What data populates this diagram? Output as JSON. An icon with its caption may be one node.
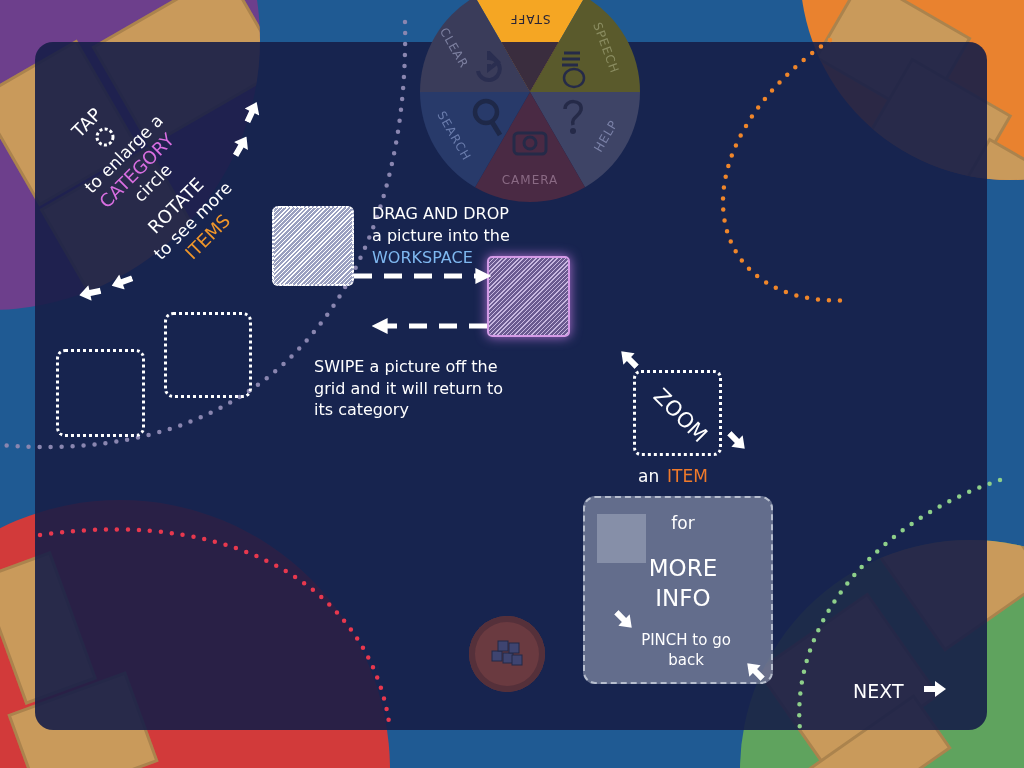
{
  "diagram": {
    "nodes": [
      {
        "text": [
          "STAFF"
        ]
      },
      {
        "text": [
          "SPEECH"
        ]
      },
      {
        "text": [
          "HELP"
        ]
      },
      {
        "text": [
          "CAMERA"
        ]
      },
      {
        "text": [
          "SEARCH"
        ]
      },
      {
        "text": [
          "CLEAR"
        ]
      },
      {
        "text": [],
        "shape": "box"
      },
      {
        "text": [],
        "shape": "box"
      },
      {
        "text": [],
        "shape": "box"
      },
      {
        "text": [],
        "shape": "box"
      },
      {
        "text": [
          "ZOOM"
        ]
      },
      {
        "text": [
          "for",
          "MORE INFO",
          "PINCH to go back"
        ]
      }
    ],
    "edges": [
      {
        "from": 6,
        "to": 7,
        "arrow": "to"
      },
      {
        "from": 7,
        "to": null,
        "arrow": "to"
      }
    ],
    "labels": [
      "TAP",
      "to enlarge a",
      "CATEGORY",
      "circle",
      "ROTATE",
      "to see more",
      "ITEMS",
      "DRAG AND DROP a picture into the",
      "WORKSPACE",
      "SWIPE a picture off the grid and it will return to its category",
      "an",
      "ITEM",
      "NEXT"
    ]
  }
}
